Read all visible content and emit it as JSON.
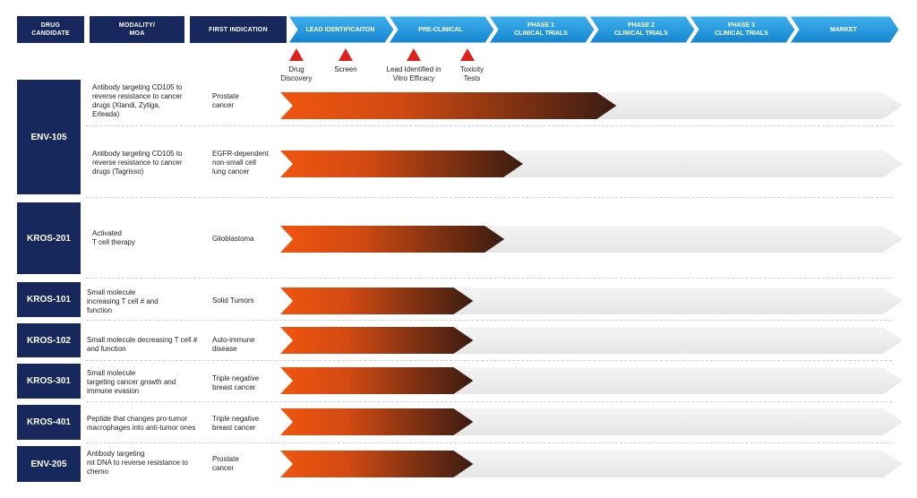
{
  "headers": {
    "drug_candidate": "DRUG\nCANDIDATE",
    "modality": "MODALITY/\nMOA",
    "first_indication": "FIRST INDICATION"
  },
  "phases": [
    {
      "label": "LEAD IDENTIFICAITON"
    },
    {
      "label": "PRE-CLINICAL"
    },
    {
      "label": "PHASE 1\nCLINICAL TRIALS"
    },
    {
      "label": "PHASE 2\nCLINICAL TRIALS"
    },
    {
      "label": "PHASE 3\nCLINICAL TRIALS"
    },
    {
      "label": "MARKET"
    }
  ],
  "milestones": [
    {
      "label": "Drug\nDiscovery"
    },
    {
      "label": "Screen"
    },
    {
      "label": "Lead Identified in\nVitro Efficacy"
    },
    {
      "label": "Toxicity\nTests"
    }
  ],
  "rows": [
    {
      "drug": "ENV-105",
      "modality": "Antibody targeting CD105 to\nreverse resistance to cancer\ndrugs (Xtandi, Zytiga,\nErleada)",
      "indication": "Prostate\ncancer",
      "progress": 0.54
    },
    {
      "drug": "",
      "modality": "Antibody targeting CD105 to\nreverse resistance to cancer\ndrugs (Tagrisso)",
      "indication": "EGFR-dependent\nnon-small cell\nlung cancer",
      "progress": 0.39
    },
    {
      "drug": "KROS-201",
      "modality": "Activated\nT cell therapy",
      "indication": "Glioblastoma",
      "progress": 0.36
    },
    {
      "drug": "KROS-101",
      "modality": "Small molecule\nincreasing T cell # and\nfunction",
      "indication": "Solid Tumors",
      "progress": 0.31
    },
    {
      "drug": "KROS-102",
      "modality": "Small molecule decreasing T cell #\nand function",
      "indication": "Auto-immune\ndisease",
      "progress": 0.31
    },
    {
      "drug": "KROS-301",
      "modality": "Small molecule\ntargeting cancer growth and\nimmune evasion",
      "indication": "Triple negative\nbreast cancer",
      "progress": 0.31
    },
    {
      "drug": "KROS-401",
      "modality": "Peptide that changes pro-tumor\nmacrophages into anti-tumor ones",
      "indication": "Triple negative\nbreast cancer",
      "progress": 0.31
    },
    {
      "drug": "ENV-205",
      "modality": "Antibody targeting\nmt DNA to reverse resistance to\nchemo",
      "indication": "Prostate\ncancer",
      "progress": 0.31
    }
  ],
  "colors": {
    "header_navy": "#17295c",
    "phase_blue": "#1b8fd6",
    "phase_blue_light": "#35a9e8",
    "progress_start": "#f0550f",
    "progress_end": "#3a1c12",
    "track_gray": "#ececec",
    "milestone_red": "#e0201b"
  }
}
